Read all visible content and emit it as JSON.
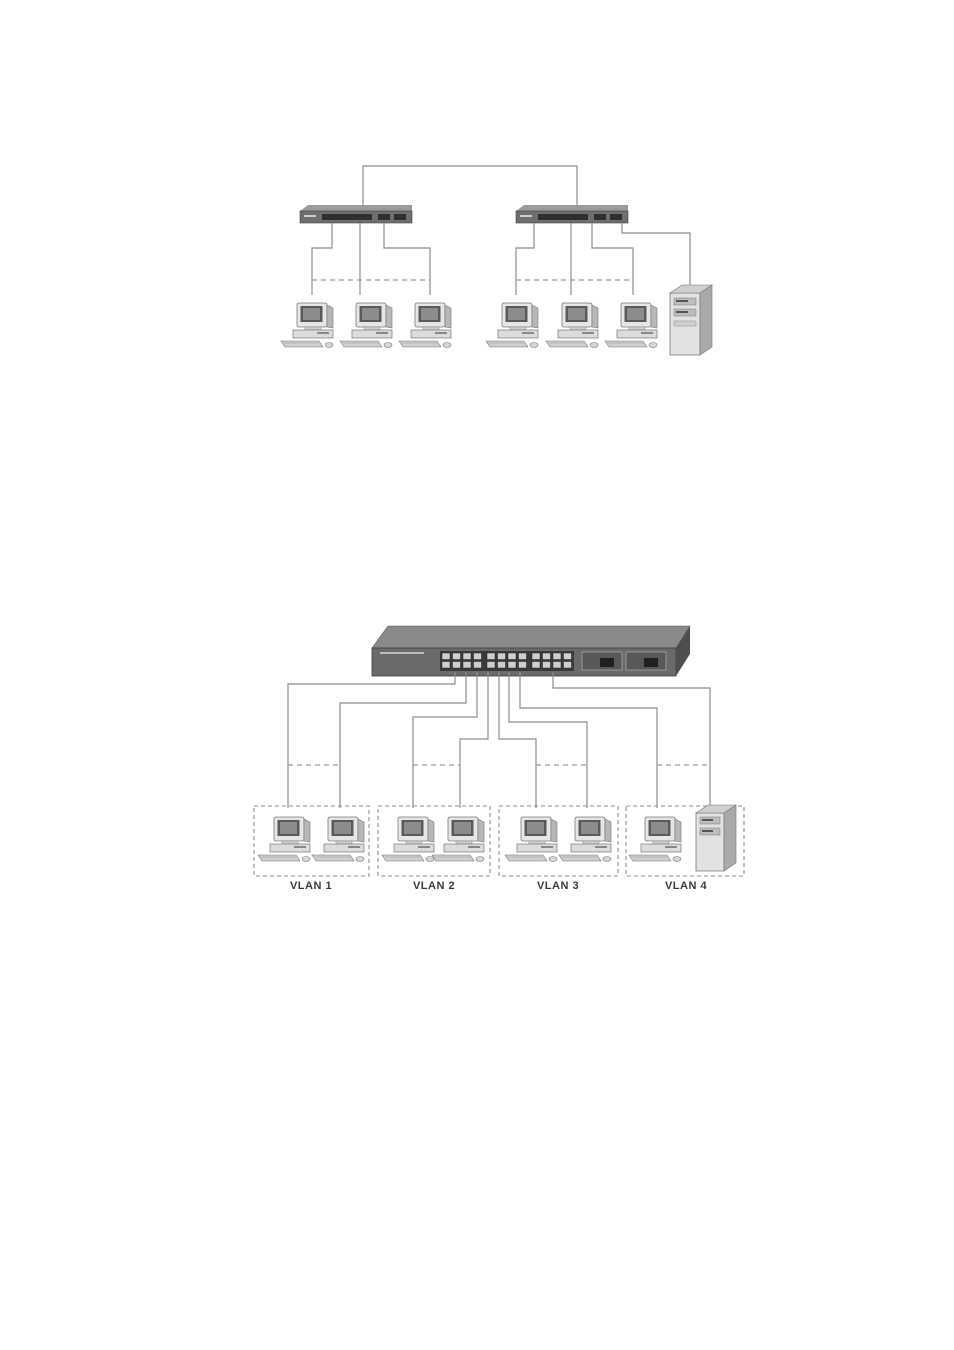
{
  "diagram_cascade": {
    "switches": [
      "switch-left",
      "switch-right"
    ],
    "workstation_groups": [
      3,
      3
    ],
    "has_server": true
  },
  "diagram_vlan": {
    "vlans": [
      {
        "label": "VLAN 1",
        "devices": [
          "pc",
          "pc"
        ]
      },
      {
        "label": "VLAN 2",
        "devices": [
          "pc",
          "pc"
        ]
      },
      {
        "label": "VLAN 3",
        "devices": [
          "pc",
          "pc"
        ]
      },
      {
        "label": "VLAN 4",
        "devices": [
          "pc",
          "server"
        ]
      }
    ]
  },
  "icons": {
    "switch": "network-switch-icon",
    "pc": "desktop-computer-icon",
    "server": "tower-server-icon"
  },
  "colors": {
    "switch_body": "#6e6e6e",
    "wire": "#8e8e8e",
    "device_light": "#e4e4e4",
    "device_dark": "#9a9a9a"
  }
}
